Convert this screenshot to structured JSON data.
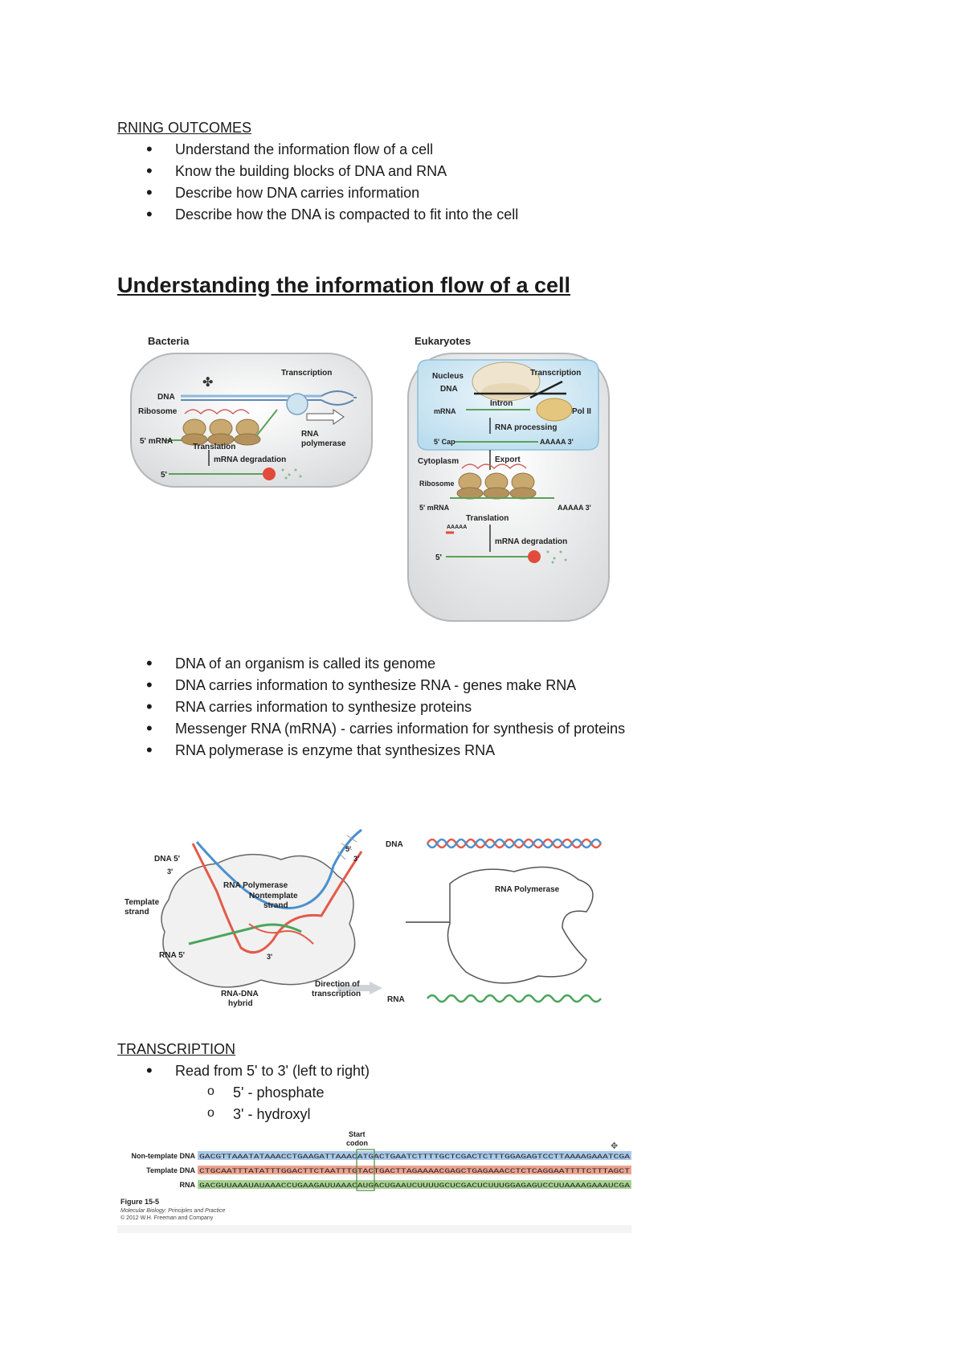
{
  "outcomes": {
    "heading": "RNING OUTCOMES",
    "items": [
      "Understand the information flow of a cell",
      "Know the building blocks of DNA and RNA",
      "Describe how DNA carries information",
      "Describe how the DNA is compacted to fit into the cell"
    ]
  },
  "section_title": "Understanding the information flow of a cell",
  "figure1": {
    "bacteria": {
      "title": "Bacteria",
      "labels": {
        "transcription": "Transcription",
        "dna": "DNA",
        "ribosome": "Ribosome",
        "mrna": "5' mRNA",
        "rna_polymerase_1": "RNA",
        "rna_polymerase_2": "polymerase",
        "translation": "Translation",
        "degradation": "mRNA degradation",
        "five_prime": "5'"
      }
    },
    "eukaryotes": {
      "title": "Eukaryotes",
      "labels": {
        "nucleus": "Nucleus",
        "transcription": "Transcription",
        "dna": "DNA",
        "intron": "Intron",
        "mrna": "mRNA",
        "pol2": "Pol II",
        "rna_processing": "RNA processing",
        "cap": "5' Cap",
        "poly_a": "AAAAA 3'",
        "cytoplasm": "Cytoplasm",
        "export": "Export",
        "ribosome": "Ribosome",
        "mrna5": "5' mRNA",
        "poly_a2": "AAAAA 3'",
        "translation": "Translation",
        "aaaaa": "AAAAA",
        "degradation": "mRNA degradation",
        "five_prime": "5'"
      }
    }
  },
  "facts": [
    "DNA of an organism is called its genome",
    "DNA carries information to synthesize RNA - genes make RNA",
    "RNA carries information to synthesize proteins",
    "Messenger RNA (mRNA) - carries information for synthesis of proteins",
    "RNA polymerase is enzyme that synthesizes RNA"
  ],
  "figure2": {
    "labels": {
      "dna5": "DNA 5'",
      "three": "3'",
      "five": "5'",
      "three_b": "3'",
      "template_1": "Template",
      "template_2": "strand",
      "rnapol": "RNA Polymerase",
      "nontemplate_1": "Nontemplate",
      "nontemplate_2": "strand",
      "rna5": "RNA 5'",
      "three_c": "3'",
      "hybrid_1": "RNA-DNA",
      "hybrid_2": "hybrid",
      "direction_1": "Direction of",
      "direction_2": "transcription",
      "dna_right": "DNA",
      "rnapol_right": "RNA Polymerase",
      "rna_right": "RNA"
    }
  },
  "transcription": {
    "heading": "TRANSCRIPTION",
    "item": "Read from 5' to 3' (left to right)",
    "sub": [
      "5' - phosphate",
      "3' - hydroxyl"
    ]
  },
  "figure3": {
    "start_codon_1": "Start",
    "start_codon_2": "codon",
    "rows": [
      {
        "label": "Non-template DNA",
        "seq": "GACGTTAAATATAAACCTGAAGATTAAACATGACTGAATCTTTTGCTCGACTCTTTGGAGAGTCCTTAAAAGAAATCGA",
        "color": "#a9c8e8"
      },
      {
        "label": "Template DNA",
        "seq": "CTGCAATTTATATTTGGACTTCTAATTTGTACTGACTTAGAAAACGAGCTGAGAAACCTCTCAGGAATTTTCTTTAGCT",
        "color": "#e9a38f"
      },
      {
        "label": "RNA",
        "seq": "GACGUUAAAUAUAAACCUGAAGAUUAAACAUGACUGAAUCUUUUGCUCGACUCUUUGGAGAGUCCUUAAAAGAAAUCGA",
        "color": "#a8d293"
      }
    ],
    "caption_title": "Figure 15-5",
    "caption_line1": "Molecular Biology: Principles and Practice",
    "caption_line2": "© 2012 W.H. Freeman and Company"
  }
}
